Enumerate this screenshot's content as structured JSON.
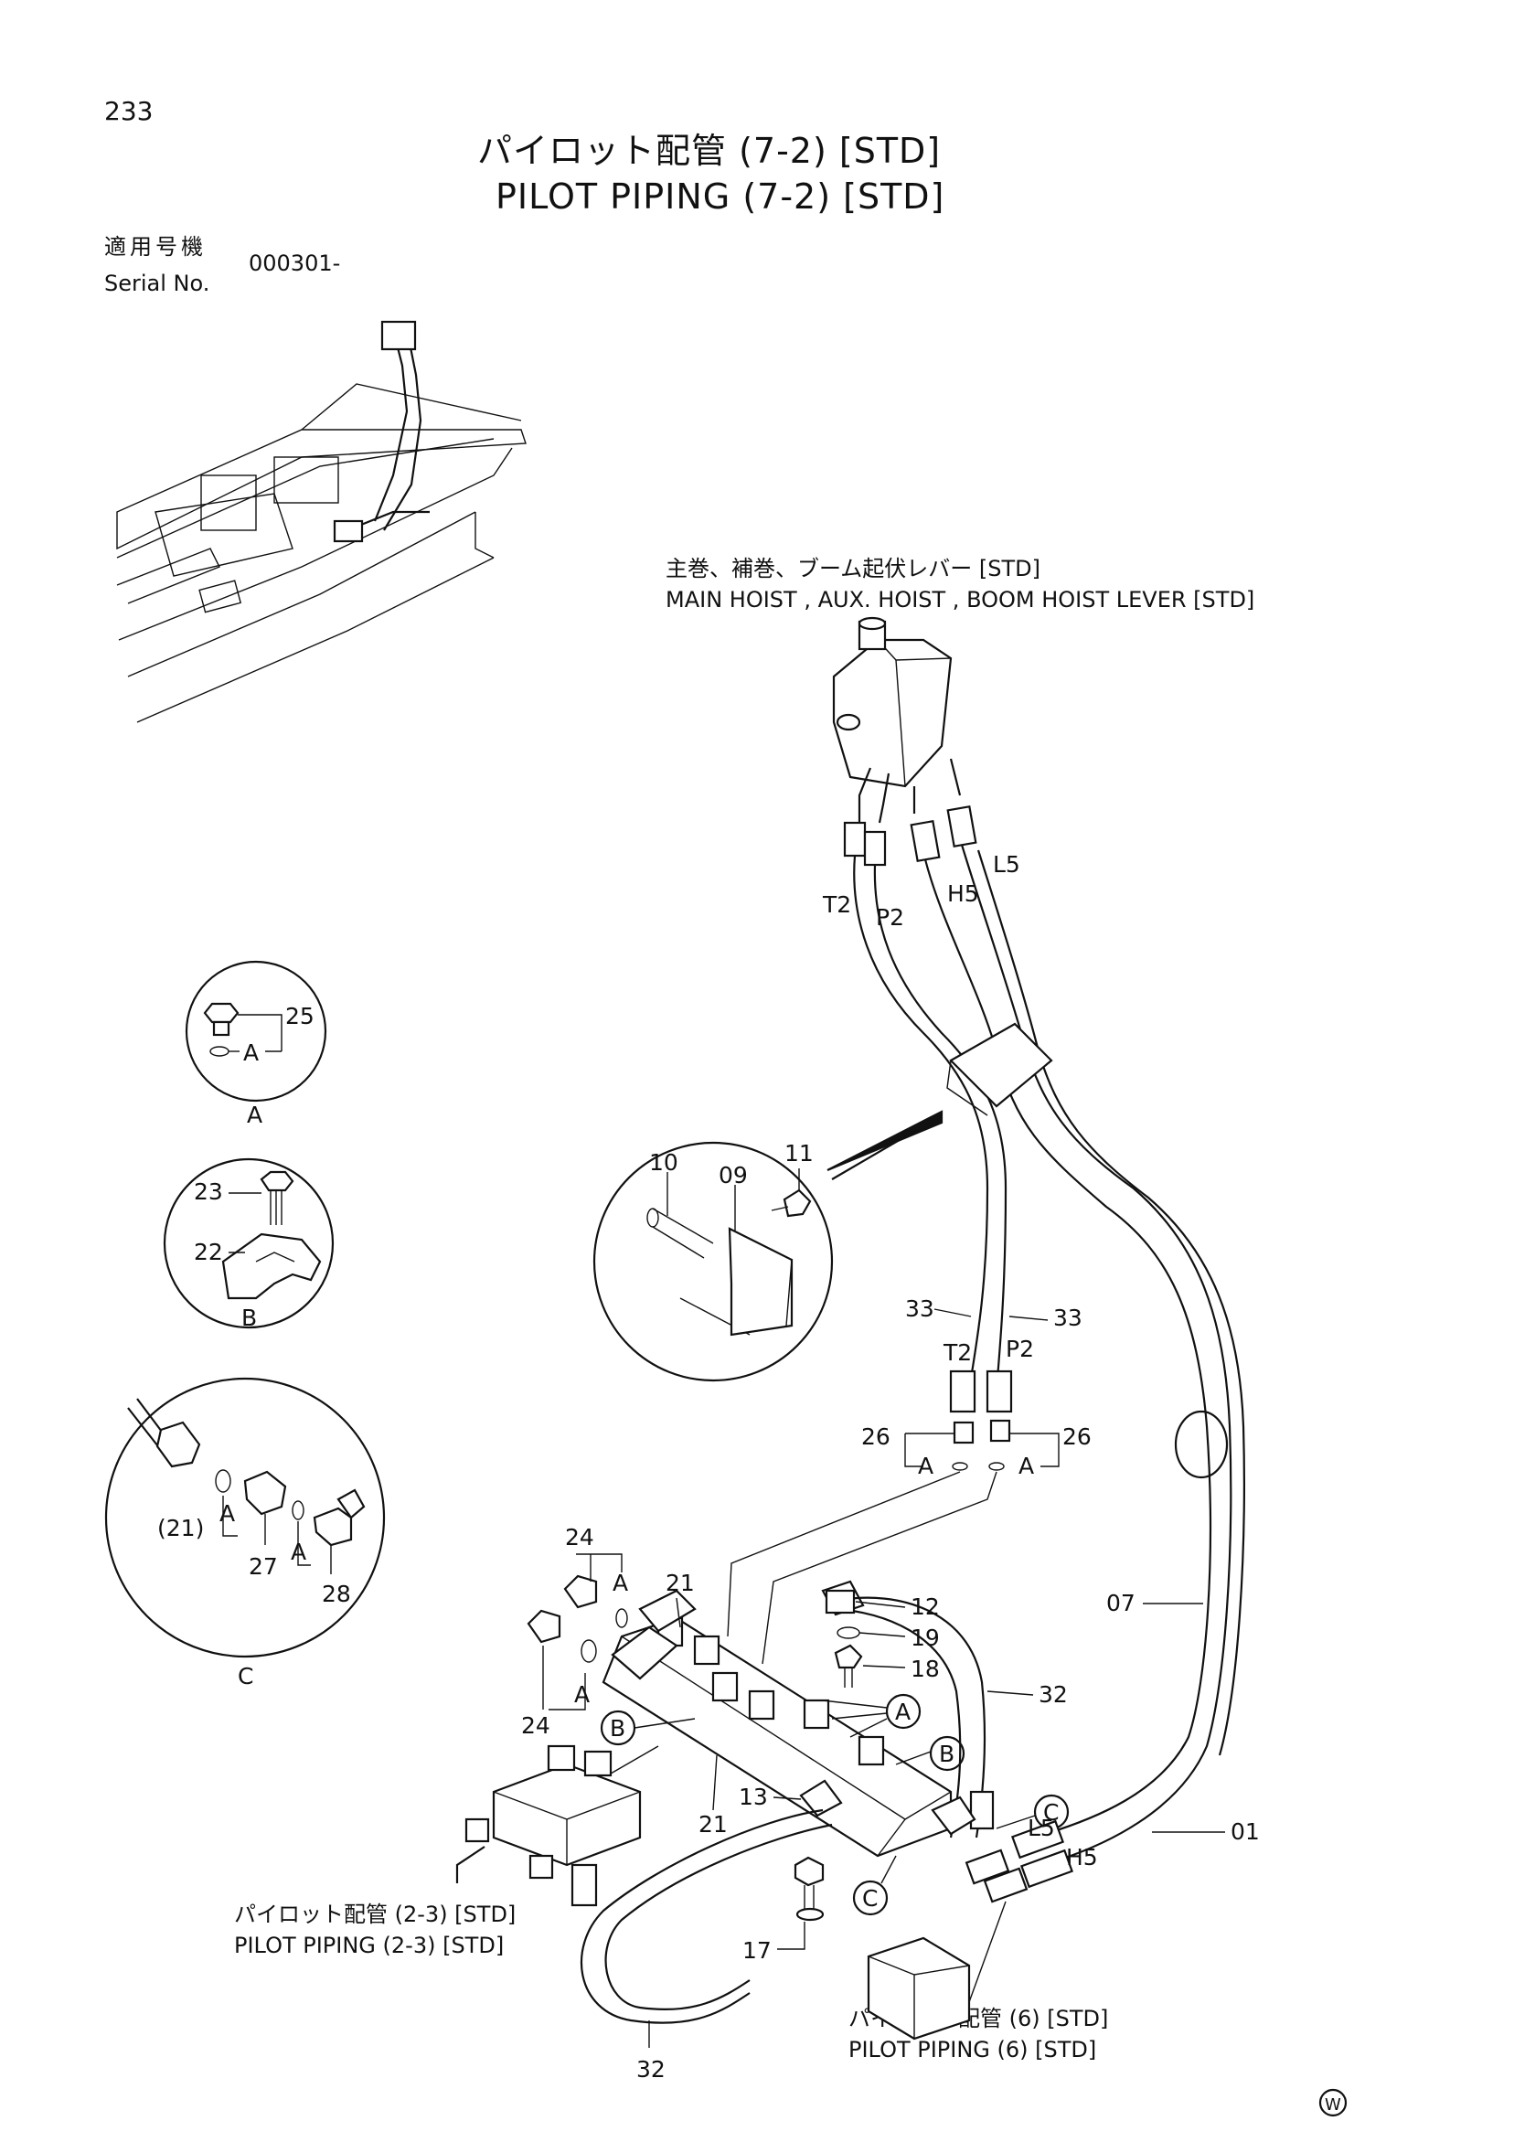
{
  "header": {
    "page_number": "233",
    "title_jp": "パイロット配管 (7-2) [STD]",
    "title_en": "PILOT PIPING (7-2) [STD]"
  },
  "serial": {
    "label_jp": "適用号機",
    "label_en": "Serial No.",
    "value": "000301-"
  },
  "lever_label": {
    "jp": "主巻、補巻、ブーム起伏レバー [STD]",
    "en": "MAIN HOIST , AUX. HOIST , BOOM HOIST LEVER [STD]"
  },
  "ref_labels": {
    "pilot_2_3_jp": "パイロット配管 (2-3) [STD]",
    "pilot_2_3_en": "PILOT PIPING (2-3) [STD]",
    "pilot_6_jp": "パイロット配管 (6) [STD]",
    "pilot_6_en": "PILOT PIPING (6) [STD]"
  },
  "detail_views": {
    "A": {
      "letter": "A",
      "part": "25",
      "sub": "A"
    },
    "B": {
      "letter": "B",
      "parts": [
        "23",
        "22"
      ]
    },
    "C": {
      "letter": "C",
      "parts": [
        "(21)",
        "27",
        "28"
      ],
      "sub": [
        "A",
        "A"
      ]
    }
  },
  "bracket_detail": {
    "parts": [
      "10",
      "09",
      "11"
    ]
  },
  "port_labels": [
    "T2",
    "P2",
    "H5",
    "L5",
    "T2",
    "P2",
    "L5",
    "H5"
  ],
  "part_numbers": [
    "33",
    "33",
    "26",
    "26",
    "24",
    "24",
    "21",
    "21",
    "12",
    "19",
    "18",
    "32",
    "07",
    "13",
    "01",
    "17",
    "32"
  ],
  "sub_letters": [
    "A",
    "A",
    "A",
    "A"
  ],
  "circled_refs": [
    "A",
    "B",
    "B",
    "C",
    "C"
  ],
  "watermark": "W"
}
